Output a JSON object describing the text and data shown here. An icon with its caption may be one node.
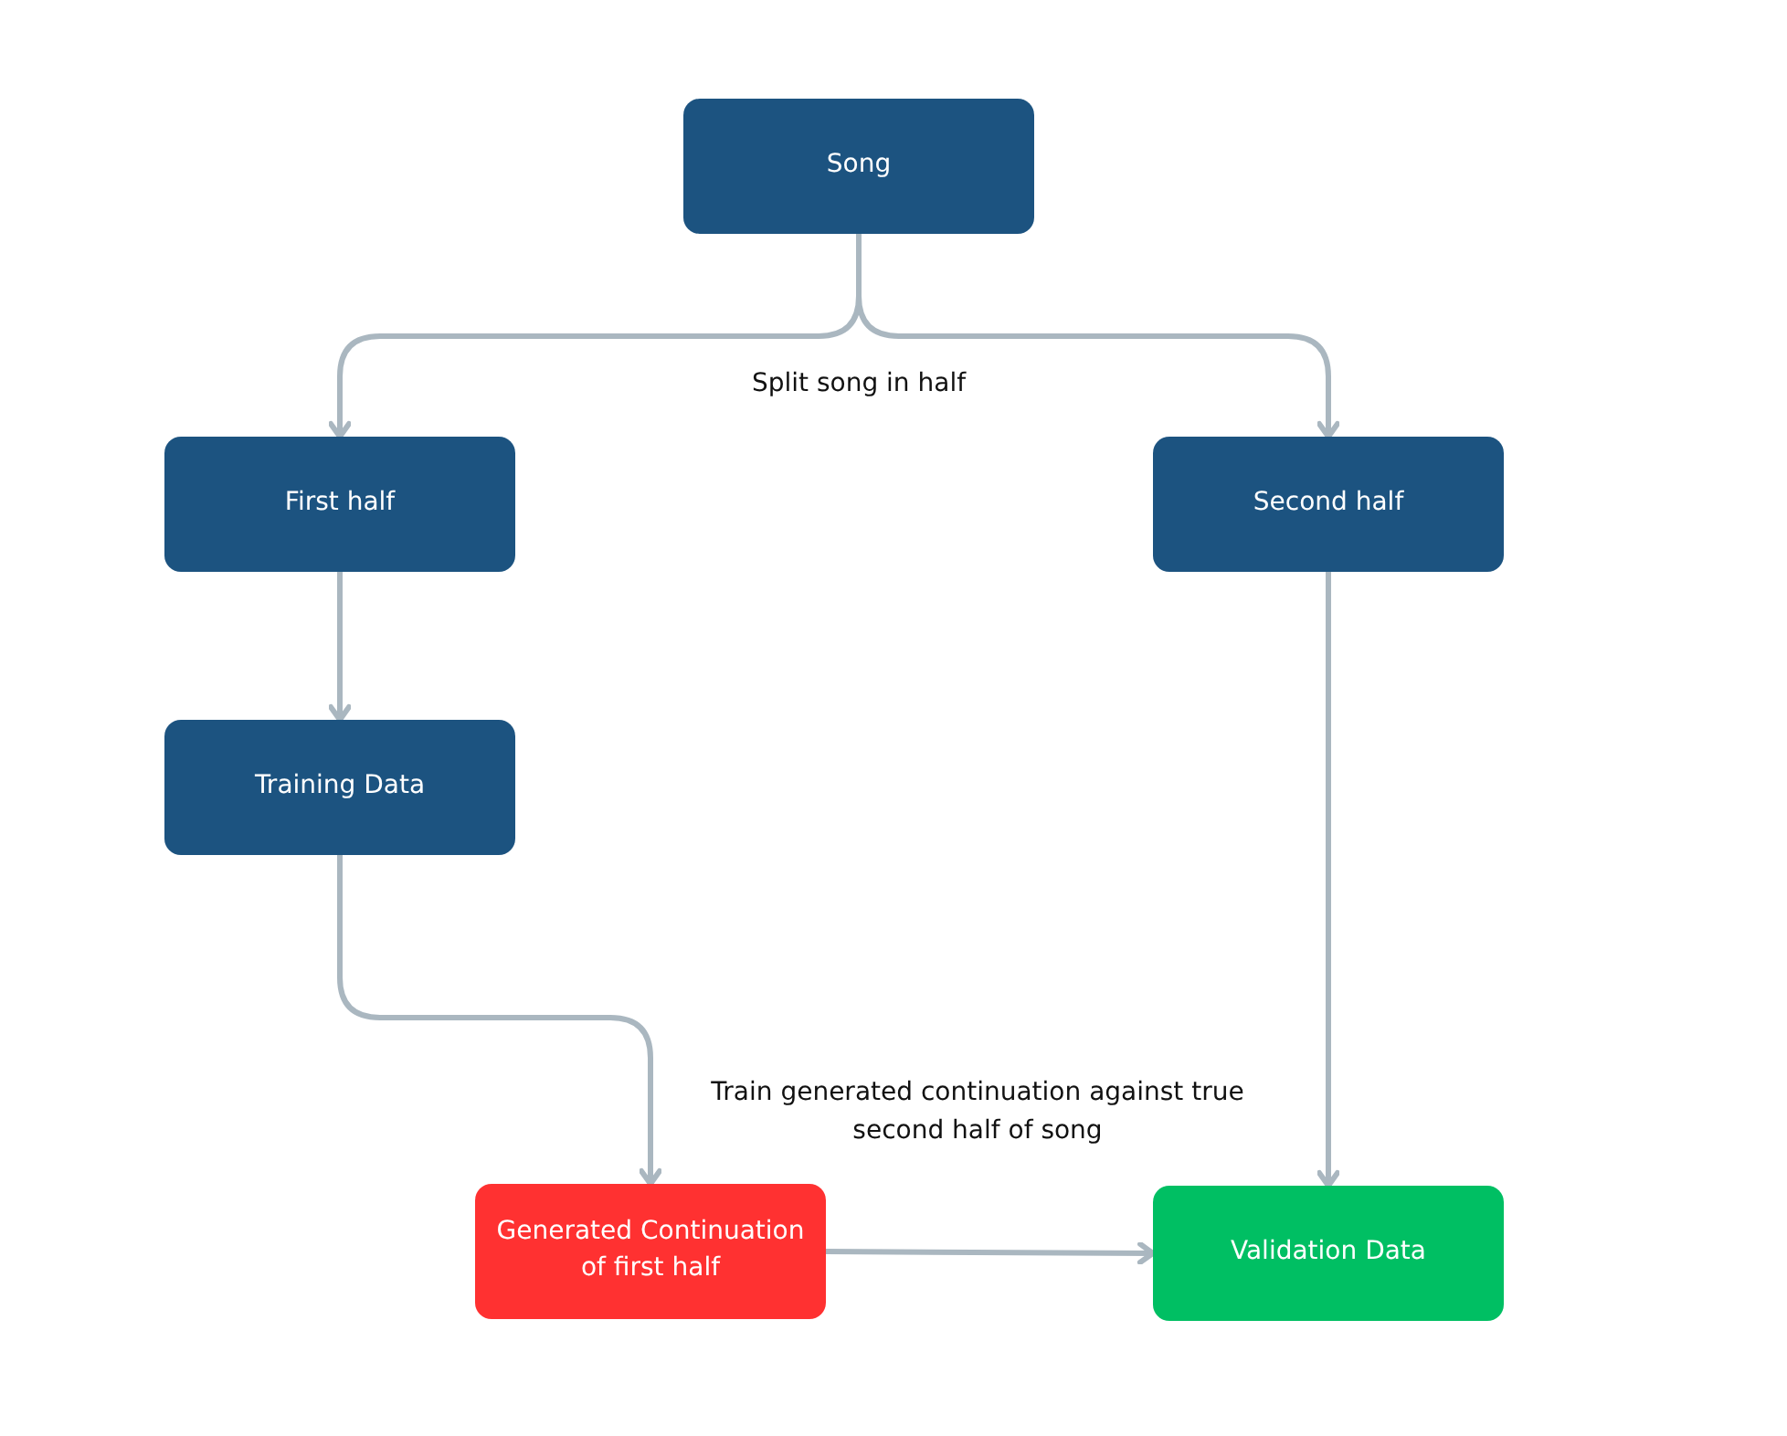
{
  "diagram": {
    "nodes": [
      {
        "text": [
          "Song"
        ]
      },
      {
        "text": [
          "First half"
        ]
      },
      {
        "text": [
          "Second half"
        ]
      },
      {
        "text": [
          "Training Data"
        ]
      },
      {
        "text": [
          "Generated Continuation of first half"
        ]
      },
      {
        "text": [
          "Validation Data"
        ]
      }
    ],
    "edges": [
      {
        "from": 0,
        "to": 1,
        "arrow": "to"
      },
      {
        "from": 0,
        "to": 2,
        "arrow": "to"
      },
      {
        "from": 1,
        "to": 3,
        "arrow": "to"
      },
      {
        "from": 3,
        "to": 4,
        "arrow": "to"
      },
      {
        "from": 2,
        "to": 5,
        "arrow": "to"
      },
      {
        "from": 4,
        "to": 5,
        "arrow": "to"
      }
    ],
    "labels": [
      "Split song in half",
      "Train generated continuation against true second half of song"
    ]
  }
}
